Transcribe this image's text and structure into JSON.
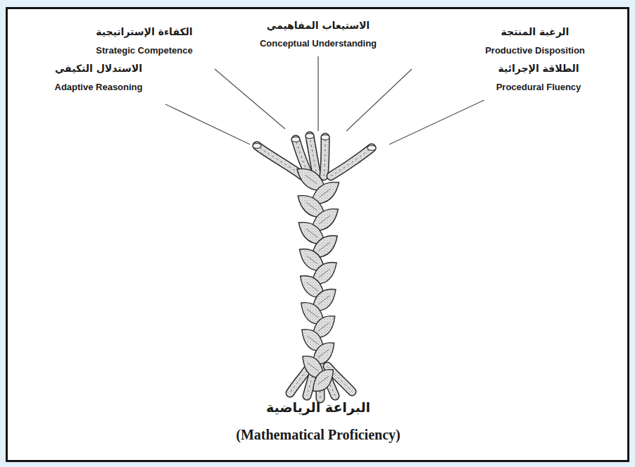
{
  "diagram": {
    "labels": [
      "الكفاءة الإستراتيجية",
      "Strategic Competence",
      "الاستيعاب المفاهيمي",
      "Conceptual Understanding",
      "الرغبة المنتجة",
      "Productive Disposition",
      "الاستدلال التكيفي",
      "Adaptive Reasoning",
      "الطلاقة الإجرائية",
      "Procedural Fluency",
      "البراعة الرياضية",
      "(Mathematical Proficiency)"
    ]
  }
}
